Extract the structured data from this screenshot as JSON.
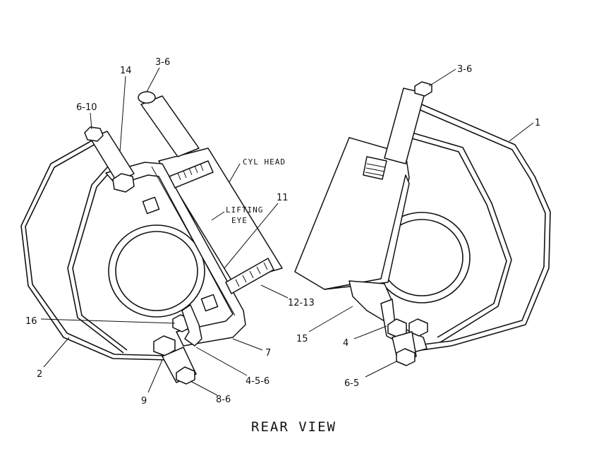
{
  "caption": "REAR VIEW",
  "labels": {
    "l1": "1",
    "l2": "2",
    "l4": "4",
    "l7": "7",
    "l9": "9",
    "l11": "11",
    "l14": "14",
    "l15": "15",
    "l16": "16",
    "l3_6_left": "3-6",
    "l3_6_right": "3-6",
    "l6_10": "6-10",
    "l12_13": "12-13",
    "l4_5_6": "4-5-6",
    "l8_6": "8-6",
    "l6_5": "6-5",
    "cyl_head": "CYL HEAD",
    "lifting": "LIFTING",
    "eye": "EYE"
  }
}
